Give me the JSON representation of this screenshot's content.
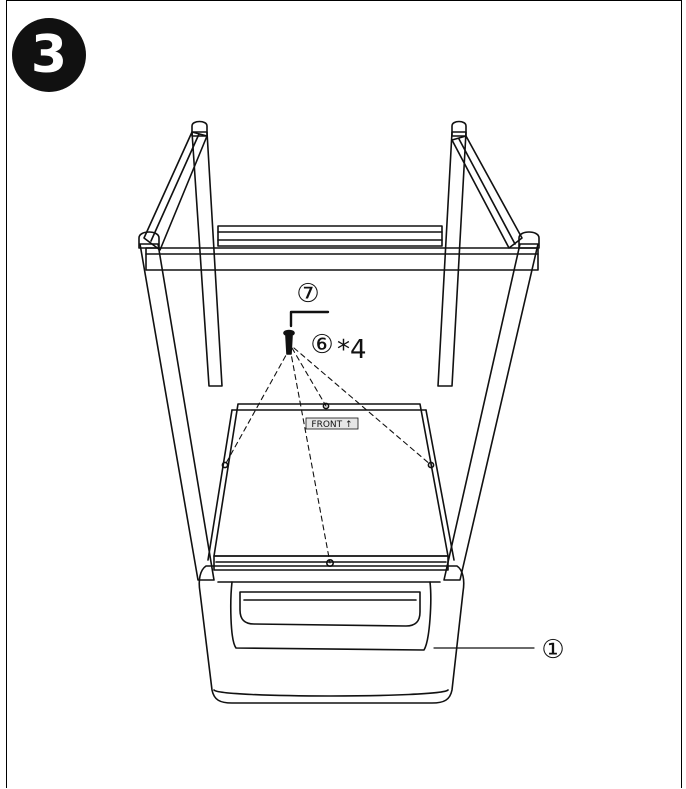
{
  "step_number": "3",
  "labels": {
    "tool": "⑦",
    "screw": "⑥",
    "screw_qty": "*4",
    "front_tag": "FRONT ↑",
    "base_unit": "①"
  },
  "colors": {
    "line": "#111111",
    "badge_bg": "#111111",
    "badge_fg": "#ffffff",
    "tag_bg": "#e6e6e6"
  }
}
